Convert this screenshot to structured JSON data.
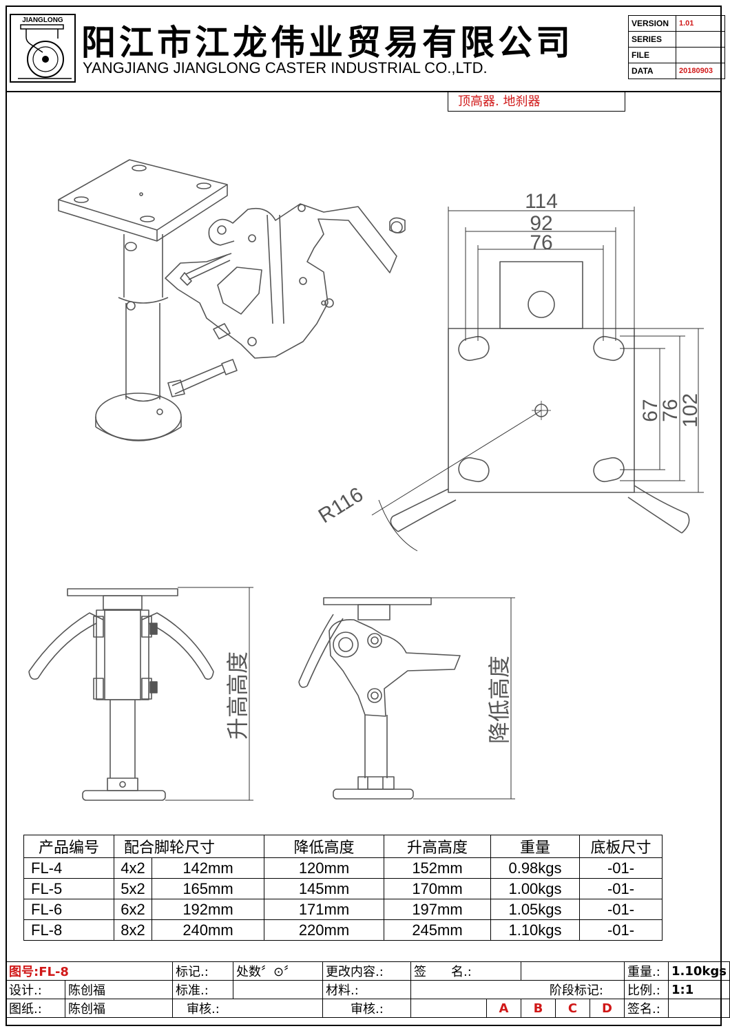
{
  "header": {
    "logo_text": "JIANGLONG",
    "company_cn": "阳江市江龙伟业贸易有限公司",
    "company_en": "YANGJIANG JIANGLONG CASTER INDUSTRIAL CO.,LTD."
  },
  "version_table": [
    {
      "key": "VERSION",
      "value": "1.01"
    },
    {
      "key": "SERIES",
      "value": ""
    },
    {
      "key": "FILE",
      "value": ""
    },
    {
      "key": "DATA",
      "value": "20180903"
    }
  ],
  "subtitle": "顶高器. 地刹器",
  "dimensions": {
    "w114": "114",
    "w92": "92",
    "w76": "76",
    "h67": "67",
    "h76": "76",
    "h102": "102",
    "radius": "R116"
  },
  "side_labels": {
    "raise": "升高高度",
    "lower": "降低高度"
  },
  "colors": {
    "red": "#d01818",
    "line": "#555555"
  },
  "spec_table": {
    "headers": [
      "产品编号",
      "配合脚轮尺寸",
      "降低高度",
      "升高高度",
      "重量",
      "底板尺寸"
    ],
    "rows": [
      {
        "model": "FL-4",
        "size": "4x2",
        "wheel": "142mm",
        "lower": "120mm",
        "raise": "152mm",
        "weight": "0.98kgs",
        "plate": "-01-"
      },
      {
        "model": "FL-5",
        "size": "5x2",
        "wheel": "165mm",
        "lower": "145mm",
        "raise": "170mm",
        "weight": "1.00kgs",
        "plate": "-01-"
      },
      {
        "model": "FL-6",
        "size": "6x2",
        "wheel": "192mm",
        "lower": "171mm",
        "raise": "197mm",
        "weight": "1.05kgs",
        "plate": "-01-"
      },
      {
        "model": "FL-8",
        "size": "8x2",
        "wheel": "240mm",
        "lower": "220mm",
        "raise": "245mm",
        "weight": "1.10kgs",
        "plate": "-01-"
      }
    ]
  },
  "title_block": {
    "drawing_no": "图号:FL-8",
    "mark": "标记.:",
    "count": "处数〞⊙〞",
    "change": "更改内容.:",
    "sign": "签　　名.:",
    "weight_label": "重量.:",
    "weight_value": "1.10kgs",
    "design_label": "设计.:",
    "designer": "陈创福",
    "standard": "标准.:",
    "material": "材料.:",
    "stage": "阶段标记:",
    "scale_label": "比例.:",
    "scale_value": "1:1",
    "drawing_label": "图纸.:",
    "drafter": "陈创福",
    "review1": "审核.:",
    "review2": "审核.:",
    "stages": [
      "A",
      "B",
      "C",
      "D"
    ],
    "sign2": "签名.:"
  }
}
